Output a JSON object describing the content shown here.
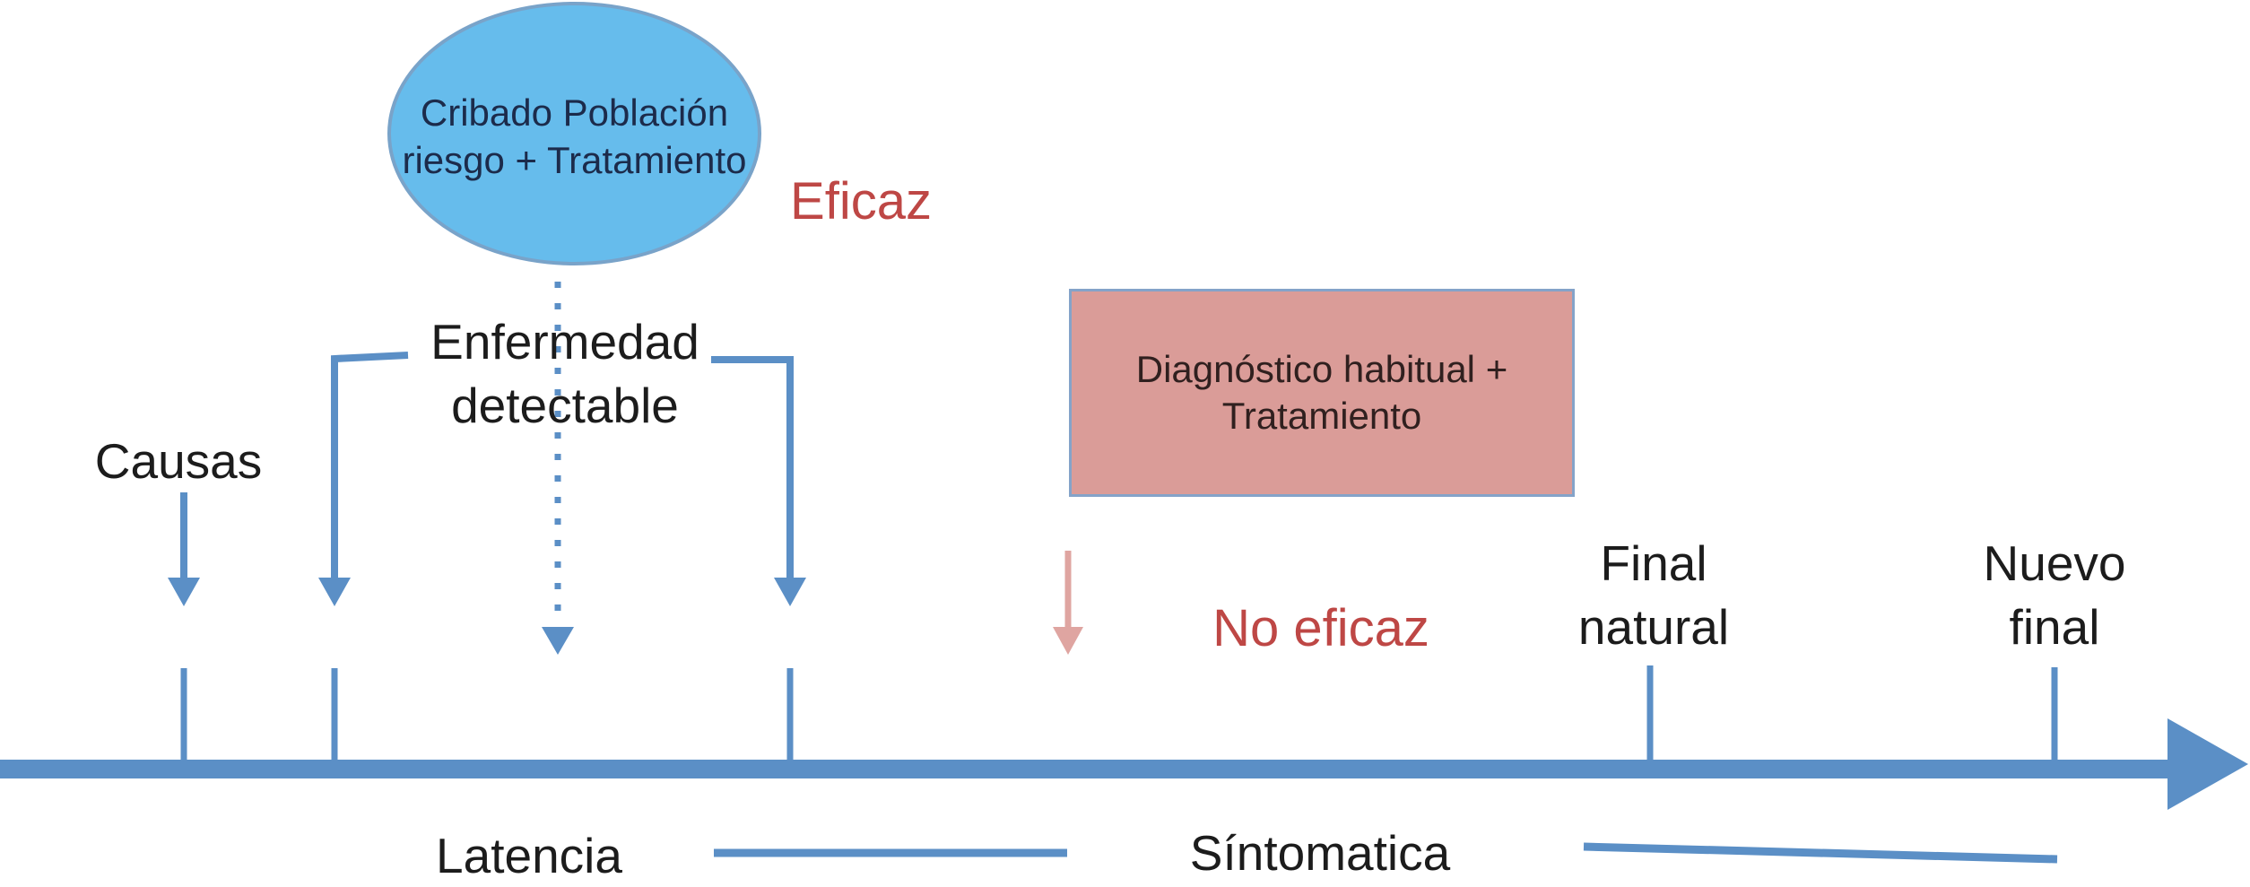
{
  "palette": {
    "steel_blue": "#5b8fc6",
    "ellipse_fill": "#66bcec",
    "ellipse_border": "#79a3c9",
    "box_fill": "#da9c98",
    "box_border": "#84a3c9",
    "pink_arrow": "#dfa5a1",
    "red_text": "#be4745",
    "dark_text": "#1c1c1c",
    "ellipse_text": "#1c2b4b",
    "box_text": "#30201f"
  },
  "screening_ellipse": {
    "lines": [
      "Cribado",
      "Población riesgo",
      "+",
      "Tratamiento"
    ],
    "result_label": "Eficaz"
  },
  "diagnosis_box": {
    "lines": [
      "Diagnóstico habitual",
      "+",
      "Tratamiento"
    ],
    "result_label": "No eficaz"
  },
  "labels": {
    "causas": "Causas",
    "enfermedad": [
      "Enfermedad",
      "detectable"
    ],
    "final_natural": [
      "Final",
      "natural"
    ],
    "nuevo_final": [
      "Nuevo",
      "final"
    ]
  },
  "timeline": {
    "phases": [
      "Latencia",
      "Síntomatica"
    ]
  }
}
